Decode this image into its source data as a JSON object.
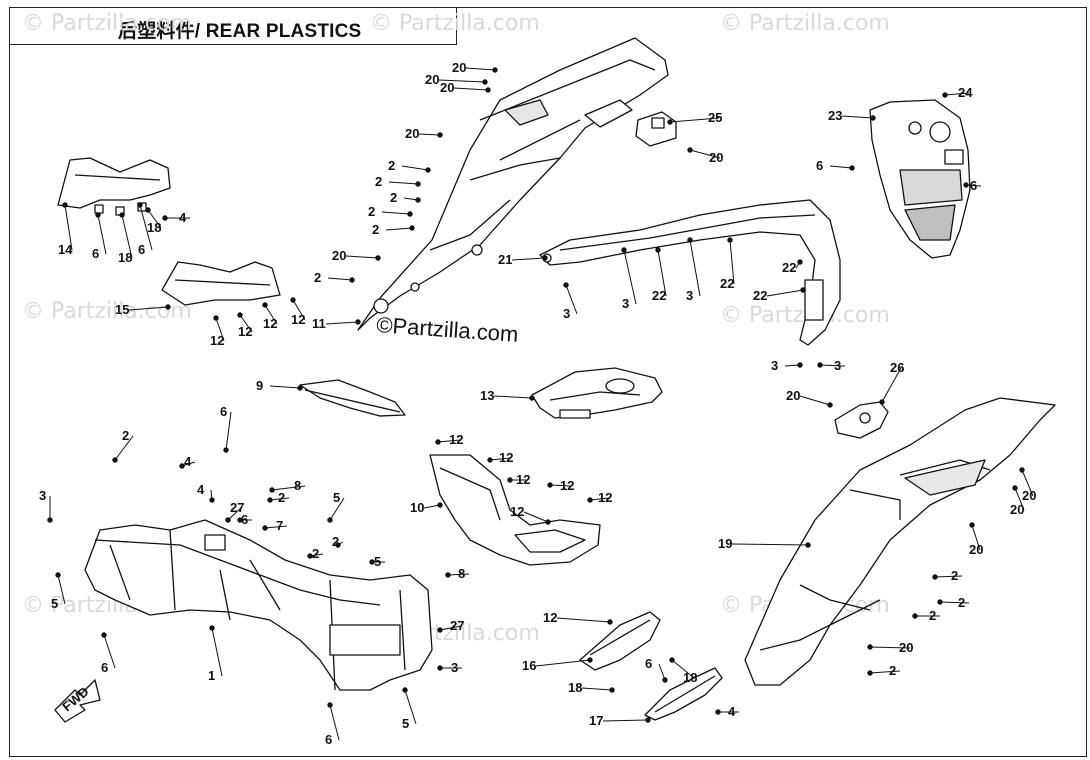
{
  "diagram": {
    "title": "后塑料件/ REAR PLASTICS",
    "brand": "©Partzilla.com",
    "watermark": "© Partzilla.com",
    "fwd_label": "FWD"
  },
  "callouts": [
    {
      "id": "c20a",
      "label": "20"
    },
    {
      "id": "c20b",
      "label": "20"
    },
    {
      "id": "c20c",
      "label": "20"
    },
    {
      "id": "c20d",
      "label": "20"
    },
    {
      "id": "c25",
      "label": "25"
    },
    {
      "id": "c20e",
      "label": "20"
    },
    {
      "id": "c2a",
      "label": "2"
    },
    {
      "id": "c2b",
      "label": "2"
    },
    {
      "id": "c2c",
      "label": "2"
    },
    {
      "id": "c2d",
      "label": "2"
    },
    {
      "id": "c2e",
      "label": "2"
    },
    {
      "id": "c20f",
      "label": "20"
    },
    {
      "id": "c2f",
      "label": "2"
    },
    {
      "id": "c11",
      "label": "11"
    },
    {
      "id": "c23",
      "label": "23"
    },
    {
      "id": "c24",
      "label": "24"
    },
    {
      "id": "c6a",
      "label": "6"
    },
    {
      "id": "c6b",
      "label": "6"
    },
    {
      "id": "c14",
      "label": "14"
    },
    {
      "id": "c6c",
      "label": "6"
    },
    {
      "id": "c18a",
      "label": "18"
    },
    {
      "id": "c6d",
      "label": "6"
    },
    {
      "id": "c18b",
      "label": "18"
    },
    {
      "id": "c4a",
      "label": "4"
    },
    {
      "id": "c15",
      "label": "15"
    },
    {
      "id": "c12a",
      "label": "12"
    },
    {
      "id": "c12b",
      "label": "12"
    },
    {
      "id": "c12c",
      "label": "12"
    },
    {
      "id": "c12d",
      "label": "12"
    },
    {
      "id": "c21",
      "label": "21"
    },
    {
      "id": "c3a",
      "label": "3"
    },
    {
      "id": "c3b",
      "label": "3"
    },
    {
      "id": "c22a",
      "label": "22"
    },
    {
      "id": "c3c",
      "label": "3"
    },
    {
      "id": "c22b",
      "label": "22"
    },
    {
      "id": "c22c",
      "label": "22"
    },
    {
      "id": "c22d",
      "label": "22"
    },
    {
      "id": "c3d",
      "label": "3"
    },
    {
      "id": "c3e",
      "label": "3"
    },
    {
      "id": "c9",
      "label": "9"
    },
    {
      "id": "c13",
      "label": "13"
    },
    {
      "id": "c26",
      "label": "26"
    },
    {
      "id": "c20g",
      "label": "20"
    },
    {
      "id": "c6e",
      "label": "6"
    },
    {
      "id": "c2g",
      "label": "2"
    },
    {
      "id": "c4b",
      "label": "4"
    },
    {
      "id": "c3f",
      "label": "3"
    },
    {
      "id": "c4c",
      "label": "4"
    },
    {
      "id": "c27a",
      "label": "27"
    },
    {
      "id": "c8a",
      "label": "8"
    },
    {
      "id": "c2h",
      "label": "2"
    },
    {
      "id": "c6f",
      "label": "6"
    },
    {
      "id": "c7",
      "label": "7"
    },
    {
      "id": "c5a",
      "label": "5"
    },
    {
      "id": "c2i",
      "label": "2"
    },
    {
      "id": "c2j",
      "label": "2"
    },
    {
      "id": "c5b",
      "label": "5"
    },
    {
      "id": "c8b",
      "label": "8"
    },
    {
      "id": "c5c",
      "label": "5"
    },
    {
      "id": "c6g",
      "label": "6"
    },
    {
      "id": "c1",
      "label": "1"
    },
    {
      "id": "c27b",
      "label": "27"
    },
    {
      "id": "c3g",
      "label": "3"
    },
    {
      "id": "c5d",
      "label": "5"
    },
    {
      "id": "c6h",
      "label": "6"
    },
    {
      "id": "c12e",
      "label": "12"
    },
    {
      "id": "c12f",
      "label": "12"
    },
    {
      "id": "c12g",
      "label": "12"
    },
    {
      "id": "c12h",
      "label": "12"
    },
    {
      "id": "c12i",
      "label": "12"
    },
    {
      "id": "c12j",
      "label": "12"
    },
    {
      "id": "c10",
      "label": "10"
    },
    {
      "id": "c19",
      "label": "19"
    },
    {
      "id": "c20h",
      "label": "20"
    },
    {
      "id": "c20i",
      "label": "20"
    },
    {
      "id": "c20j",
      "label": "20"
    },
    {
      "id": "c2k",
      "label": "2"
    },
    {
      "id": "c2l",
      "label": "2"
    },
    {
      "id": "c2m",
      "label": "2"
    },
    {
      "id": "c20k",
      "label": "20"
    },
    {
      "id": "c2n",
      "label": "2"
    },
    {
      "id": "c12k",
      "label": "12"
    },
    {
      "id": "c16",
      "label": "16"
    },
    {
      "id": "c18c",
      "label": "18"
    },
    {
      "id": "c6i",
      "label": "6"
    },
    {
      "id": "c18d",
      "label": "18"
    },
    {
      "id": "c17",
      "label": "17"
    },
    {
      "id": "c4d",
      "label": "4"
    }
  ]
}
